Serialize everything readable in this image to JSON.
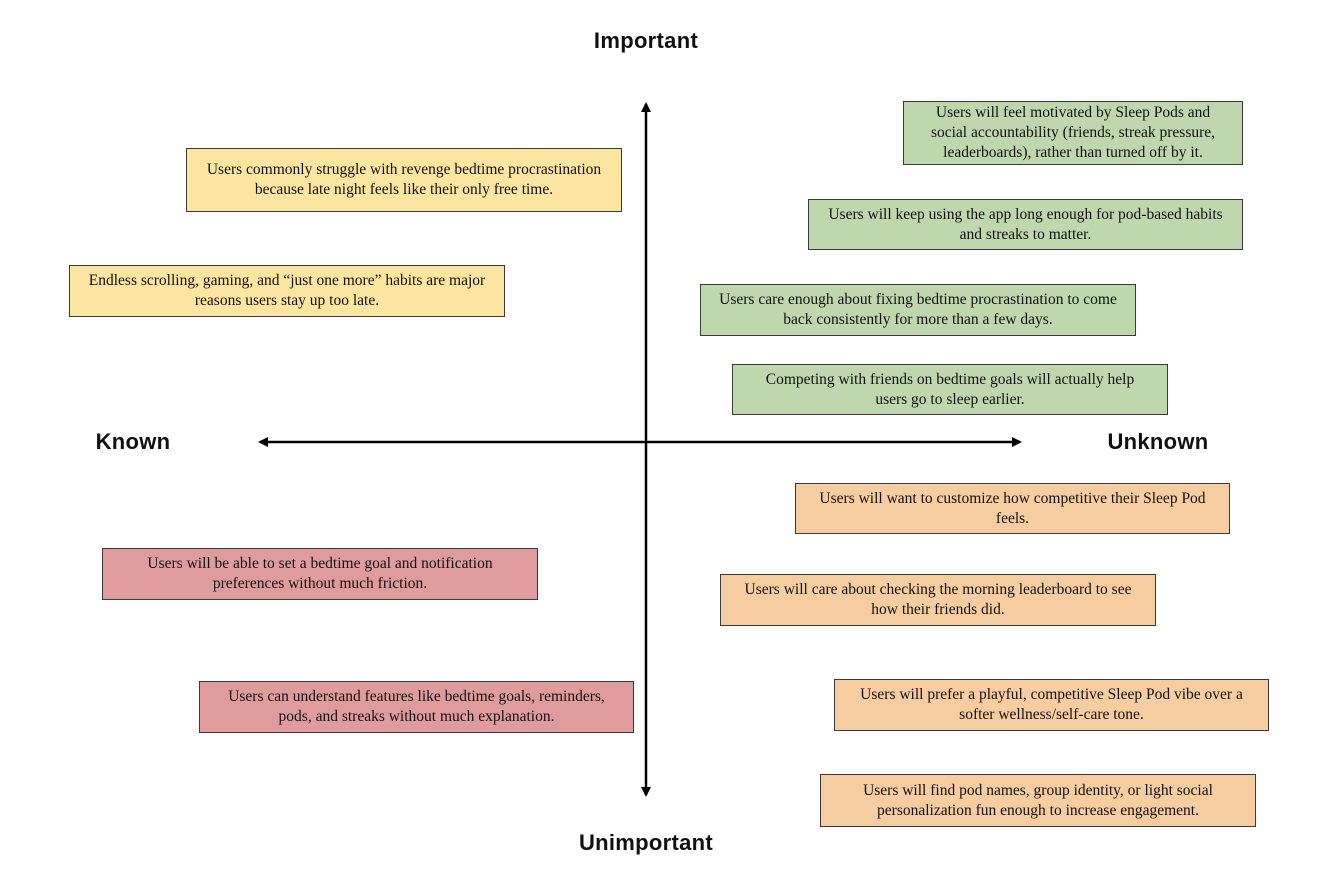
{
  "axes": {
    "top": "Important",
    "bottom": "Unimportant",
    "left": "Known",
    "right": "Unknown"
  },
  "colors": {
    "known_important": "#fce5a0",
    "unknown_important": "#bfd7ac",
    "unknown_unimportant": "#f6cda0",
    "known_unimportant": "#e09c9c"
  },
  "cards": {
    "known_important": [
      "Users commonly struggle with revenge bedtime procrastination because late night feels like their only free time.",
      "Endless scrolling, gaming, and “just one more” habits are major reasons users stay up too late."
    ],
    "unknown_important": [
      "Users will feel motivated by Sleep Pods and social accountability (friends, streak pressure, leaderboards), rather than turned off by it.",
      "Users will keep using the app long enough for pod-based habits and streaks to matter.",
      "Users care enough about fixing bedtime procrastination to come back consistently for more than a few days.",
      "Competing with friends on bedtime goals will actually help users go to sleep earlier."
    ],
    "unknown_unimportant": [
      "Users will want to customize how competitive their Sleep Pod feels.",
      "Users will care about checking the morning leaderboard  to see how their friends did.",
      "Users will prefer a playful, competitive Sleep Pod vibe over a softer wellness/self-care tone.",
      "Users will find pod names, group identity, or light social personalization fun enough to increase engagement."
    ],
    "known_unimportant": [
      "Users will be able to set a bedtime goal and notification preferences without much friction.",
      "Users can understand features like bedtime goals, reminders, pods, and streaks without much explanation."
    ]
  }
}
